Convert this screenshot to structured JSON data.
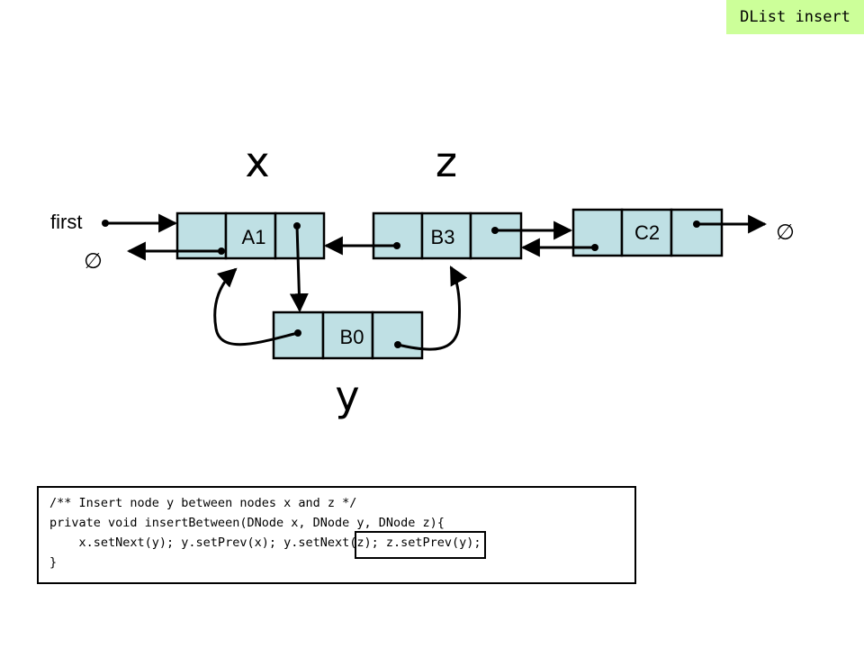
{
  "slide_tag": "DList insert",
  "variables": {
    "x": "x",
    "z": "z",
    "y": "y"
  },
  "first_label": "first",
  "null_symbol": "∅",
  "nodes": {
    "a1": "A1",
    "b3": "B3",
    "c2": "C2",
    "b0": "B0"
  },
  "code": {
    "line1": "/** Insert node y between nodes x and z */",
    "line2": "private void insertBetween(DNode x, DNode y, DNode z){",
    "line3a": "    x.setNext(y); y.setPrev(x); ",
    "line3b": "y.setNext(z);",
    "line3c": " z.setPrev(y);",
    "line4": "}",
    "highlighted": "y.setNext(z);"
  }
}
